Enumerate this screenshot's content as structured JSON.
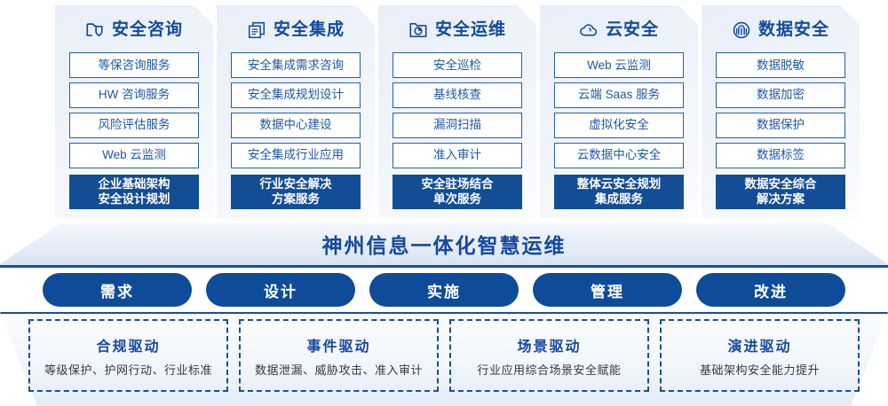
{
  "columns": [
    {
      "icon": "folder-shield-icon",
      "title": "安全咨询",
      "items": [
        "等保咨询服务",
        "HW 咨询服务",
        "风险评估服务",
        "Web 云监测"
      ],
      "highlight": [
        "企业基础架构",
        "安全设计规划"
      ]
    },
    {
      "icon": "documents-stack-icon",
      "title": "安全集成",
      "items": [
        "安全集成需求咨询",
        "安全集成规划设计",
        "数据中心建设",
        "安全集成行业应用"
      ],
      "highlight": [
        "行业安全解决",
        "方案服务"
      ]
    },
    {
      "icon": "folder-chart-icon",
      "title": "安全运维",
      "items": [
        "安全巡检",
        "基线核查",
        "漏洞扫描",
        "准入审计"
      ],
      "highlight": [
        "安全驻场结合",
        "单次服务"
      ]
    },
    {
      "icon": "cloud-icon",
      "title": "云安全",
      "items": [
        "Web 云监测",
        "云端 Saas 服务",
        "虚拟化安全",
        "云数据中心安全"
      ],
      "highlight": [
        "整体云安全规划",
        "集成服务"
      ]
    },
    {
      "icon": "fingerprint-icon",
      "title": "数据安全",
      "items": [
        "数据脱敏",
        "数据加密",
        "数据保护",
        "数据标签"
      ],
      "highlight": [
        "数据安全综合",
        "解决方案"
      ]
    }
  ],
  "banner": {
    "title": "神州信息一体化智慧运维"
  },
  "phases": [
    {
      "label": "需求"
    },
    {
      "label": "设计"
    },
    {
      "label": "实施"
    },
    {
      "label": "管理"
    },
    {
      "label": "改进"
    }
  ],
  "drivers": [
    {
      "title": "合规驱动",
      "subtitle": "等级保护、护网行动、行业标准"
    },
    {
      "title": "事件驱动",
      "subtitle": "数据泄漏、威胁攻击、准入审计"
    },
    {
      "title": "场景驱动",
      "subtitle": "行业应用综合场景安全赋能"
    },
    {
      "title": "演进驱动",
      "subtitle": "基础架构安全能力提升"
    }
  ],
  "colors": {
    "primary_blue": "#0e4c9a",
    "title_blue": "#1449a0",
    "item_border": "#2a5cab",
    "item_text": "#1f58a6",
    "panel_bg_light": "#eef2f9",
    "bottom_border": "#1a4f9c"
  }
}
